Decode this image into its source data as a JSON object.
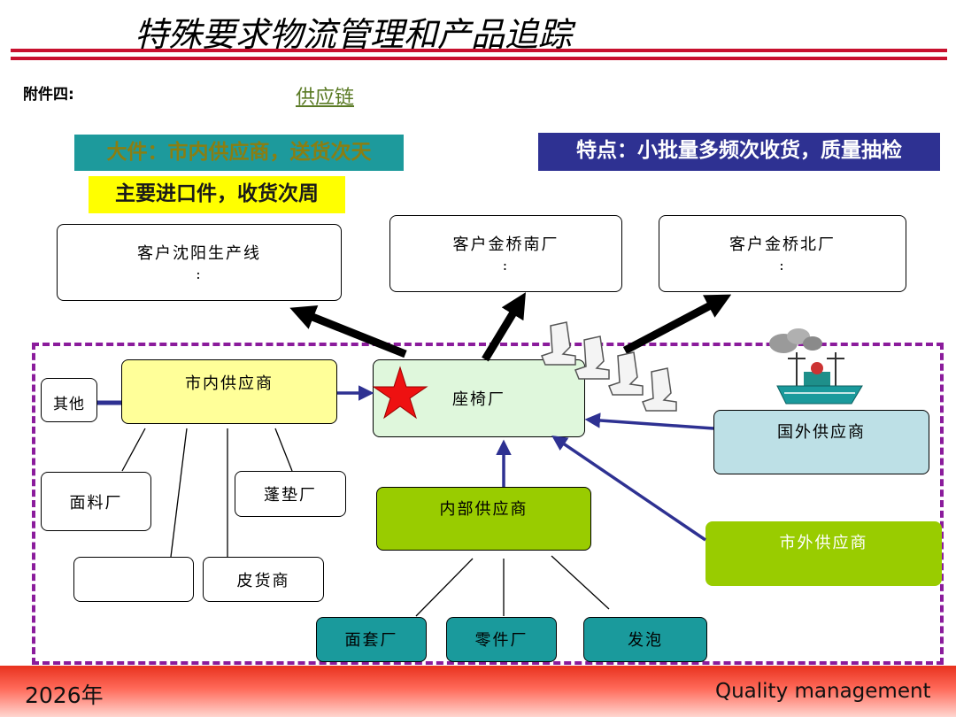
{
  "header": {
    "title": "特殊要求物流管理和产品追踪",
    "annex": "附件四:",
    "supply_chain": "供应链"
  },
  "tags": {
    "large_parts": "大件：市内供应商，送货次天",
    "imported": "主要进口件，收货次周",
    "feature": "特点：小批量多频次收货，质量抽检"
  },
  "customers": {
    "shenyang": "客户沈阳生产线",
    "jinqiao_south": "客户金桥南厂",
    "jinqiao_north": "客户金桥北厂",
    "colon": ":"
  },
  "nodes": {
    "seat_factory": "座椅厂",
    "city_supplier": "市内供应商",
    "other": "其他",
    "fabric_factory": "面料厂",
    "cushion_factory": "蓬垫厂",
    "leather_dealer": "皮货商",
    "internal_supplier": "内部供应商",
    "foreign_supplier": "国外供应商",
    "outcity_supplier": "市外供应商",
    "cover_factory": "面套厂",
    "parts_factory": "零件厂",
    "foam": "发泡"
  },
  "footer": {
    "year": "2026年",
    "brand": "Quality management"
  },
  "colors": {
    "accent_red": "#c8102e",
    "dashed_border": "#8b1c9c",
    "arrow_blue": "#2e3192",
    "teal": "#1a9a9c",
    "green": "#99cc00",
    "yellow": "#ffff99"
  }
}
